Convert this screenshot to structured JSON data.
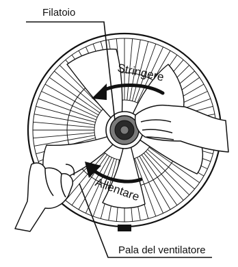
{
  "labels": {
    "spinner": "Filatoio",
    "blade": "Pala del ventilatore",
    "tighten": "Stringere",
    "loosen": "Allentare"
  },
  "colors": {
    "line": "#111111",
    "blade_fill": "#ffffff",
    "hub_dark": "#2a2a2a",
    "hub_mid": "#7a7a7a",
    "background": "#ffffff"
  },
  "icons": {
    "tighten_arrow": "curved-arrow-clockwise-icon",
    "loosen_arrow": "curved-arrow-counterclockwise-icon"
  }
}
